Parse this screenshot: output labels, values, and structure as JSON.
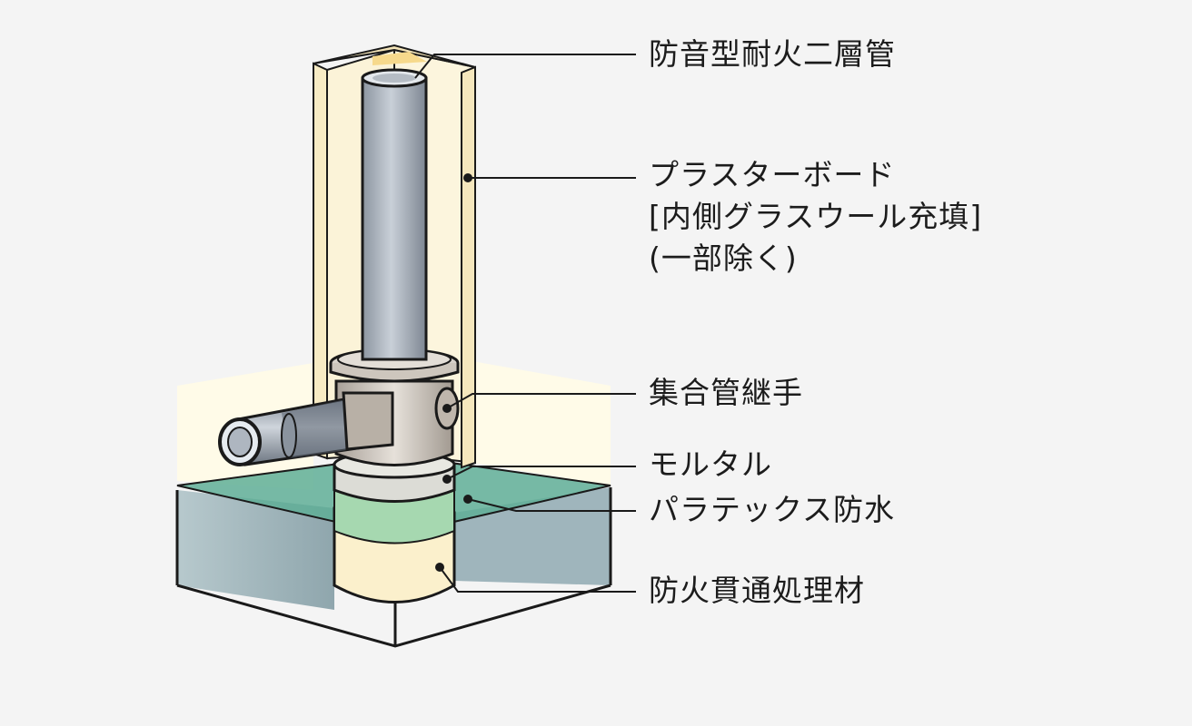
{
  "labels": {
    "pipe": "防音型耐火二層管",
    "board_line1": "プラスターボード",
    "board_line2": "[内側グラスウール充填]",
    "board_line3": "(一部除く)",
    "joint": "集合管継手",
    "mortar": "モルタル",
    "waterproof": "パラテックス防水",
    "firestop": "防火貫通処理材"
  },
  "colors": {
    "background": "#f4f4f4",
    "board": "#fbf2d6",
    "pipe": "#9ea7b2",
    "joint": "#c8c2bb",
    "mortar": "#dcdcd6",
    "waterproof_band": "#a6d8b0",
    "waterproof_sheet": "#5fae96",
    "firestop": "#fbf0cc",
    "concrete": "#9eb4bb",
    "outline": "#1a1a1a"
  }
}
